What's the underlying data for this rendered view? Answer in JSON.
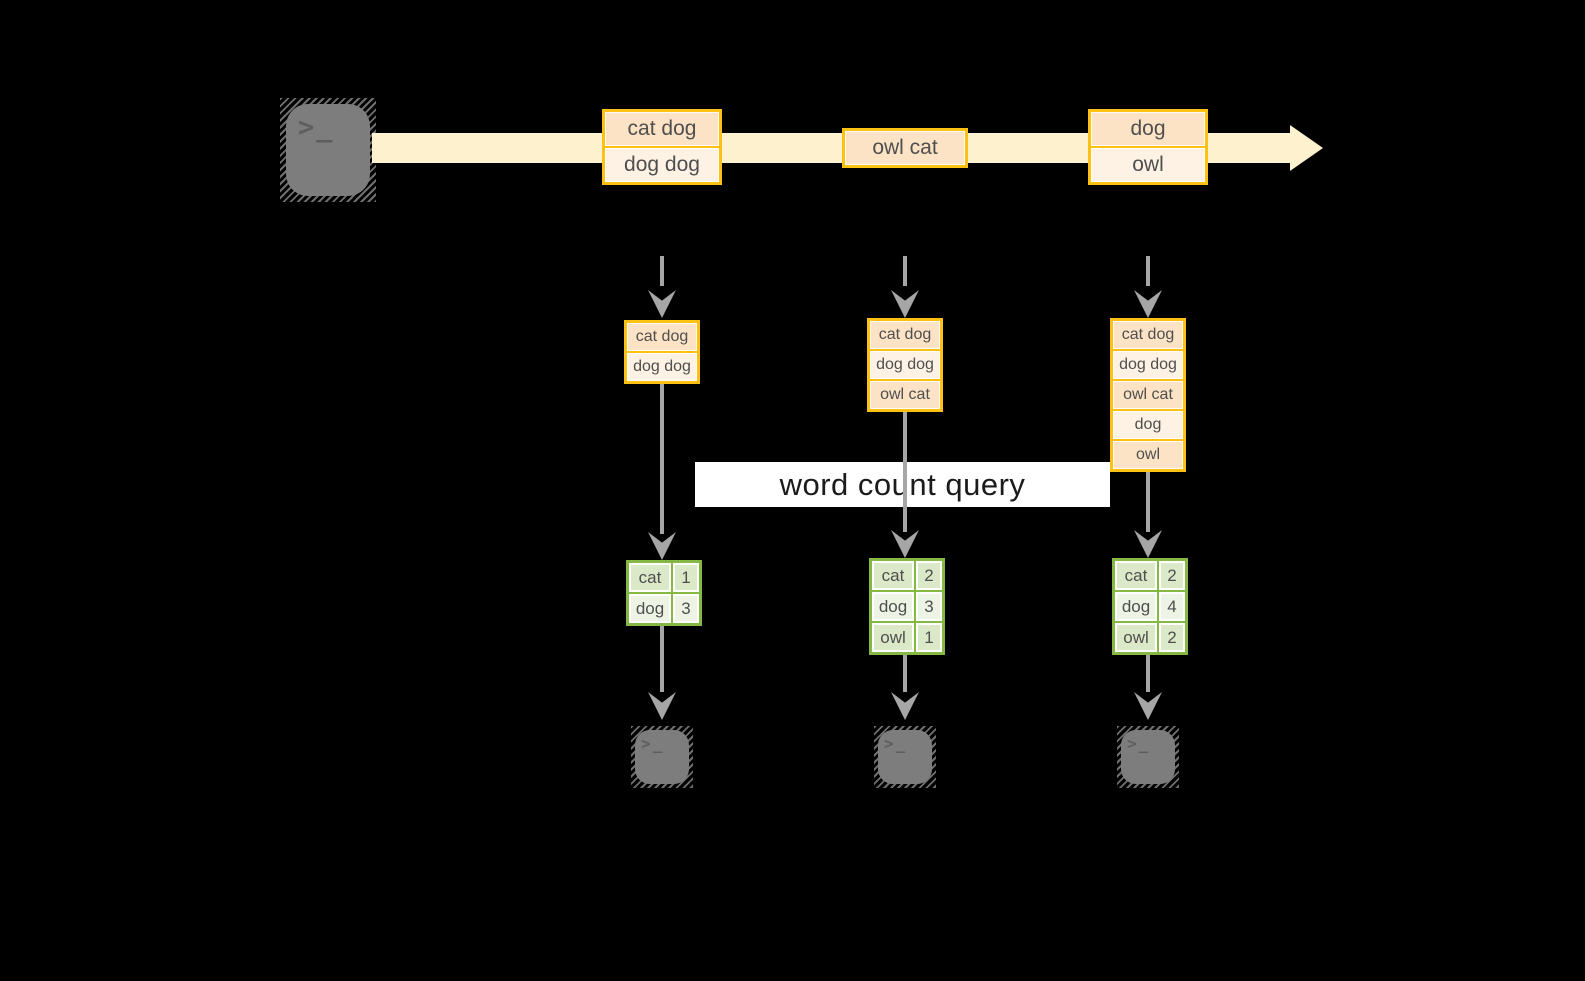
{
  "query": {
    "label": "word count query"
  },
  "terminal_glyph": ">_",
  "colors": {
    "accent_gold": "#fcc113",
    "batch_fill_dark": "#fce3c5",
    "batch_fill_light": "#fdf2e4",
    "stream_band": "#fdf2cd",
    "result_green": "#85b944",
    "result_fill_dark": "#dbe9c8",
    "result_fill_light": "#eef4e5",
    "arrow_gray": "#a6a6a6"
  },
  "stream": {
    "batch1": {
      "row1": "cat dog",
      "row2": "dog dog"
    },
    "batch2": {
      "row1": "owl cat"
    },
    "batch3": {
      "row1": "dog",
      "row2": "owl"
    }
  },
  "inputs": {
    "t1": {
      "r1": "cat dog",
      "r2": "dog dog"
    },
    "t2": {
      "r1": "cat dog",
      "r2": "dog dog",
      "r3": "owl cat"
    },
    "t3": {
      "r1": "cat dog",
      "r2": "dog dog",
      "r3": "owl cat",
      "r4": "dog",
      "r5": "owl"
    }
  },
  "results": {
    "t1": {
      "r1": {
        "word": "cat",
        "count": "1"
      },
      "r2": {
        "word": "dog",
        "count": "3"
      }
    },
    "t2": {
      "r1": {
        "word": "cat",
        "count": "2"
      },
      "r2": {
        "word": "dog",
        "count": "3"
      },
      "r3": {
        "word": "owl",
        "count": "1"
      }
    },
    "t3": {
      "r1": {
        "word": "cat",
        "count": "2"
      },
      "r2": {
        "word": "dog",
        "count": "4"
      },
      "r3": {
        "word": "owl",
        "count": "2"
      }
    }
  }
}
